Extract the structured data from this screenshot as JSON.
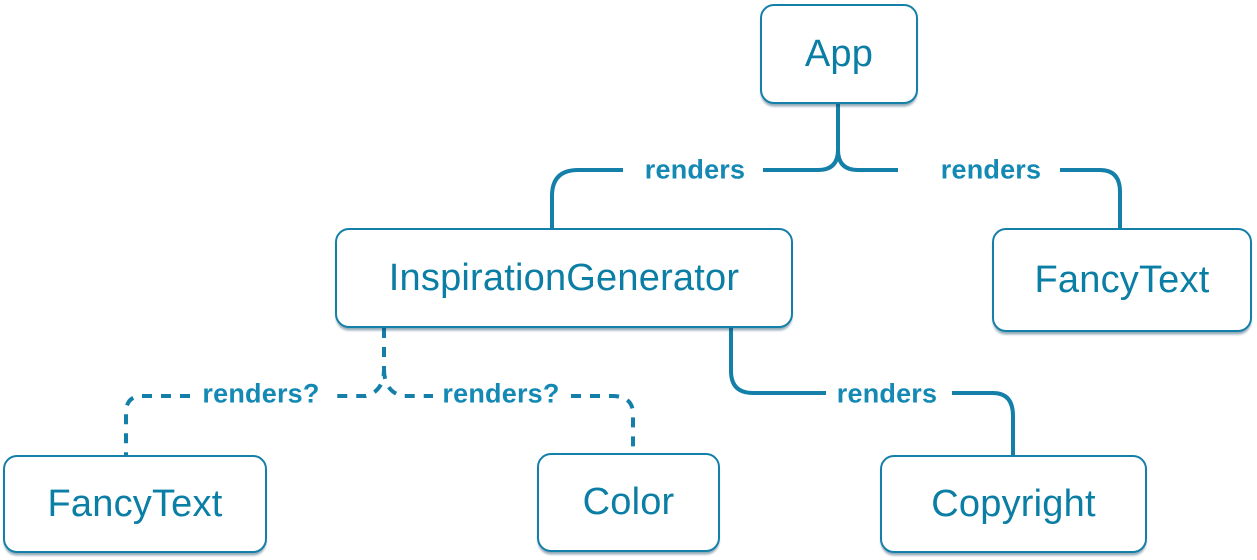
{
  "diagram": {
    "type": "component-render-tree",
    "colors": {
      "line": "#147fa9",
      "node_border": "#147fa9",
      "node_fill": "#ffffff",
      "node_text": "#0a7ea4",
      "label_text": "#1489b4",
      "background": "#ffffff"
    },
    "nodes": [
      {
        "id": "app",
        "label": "App"
      },
      {
        "id": "inspiration-generator",
        "label": "InspirationGenerator"
      },
      {
        "id": "fancy-text-top",
        "label": "FancyText"
      },
      {
        "id": "fancy-text-bottom",
        "label": "FancyText"
      },
      {
        "id": "color",
        "label": "Color"
      },
      {
        "id": "copyright",
        "label": "Copyright"
      }
    ],
    "edges": [
      {
        "from": "App",
        "to": "InspirationGenerator",
        "label": "renders",
        "style": "solid"
      },
      {
        "from": "App",
        "to": "FancyText",
        "label": "renders",
        "style": "solid"
      },
      {
        "from": "InspirationGenerator",
        "to": "FancyText",
        "label": "renders?",
        "style": "dashed"
      },
      {
        "from": "InspirationGenerator",
        "to": "Color",
        "label": "renders?",
        "style": "dashed"
      },
      {
        "from": "InspirationGenerator",
        "to": "Copyright",
        "label": "renders",
        "style": "solid"
      }
    ]
  }
}
